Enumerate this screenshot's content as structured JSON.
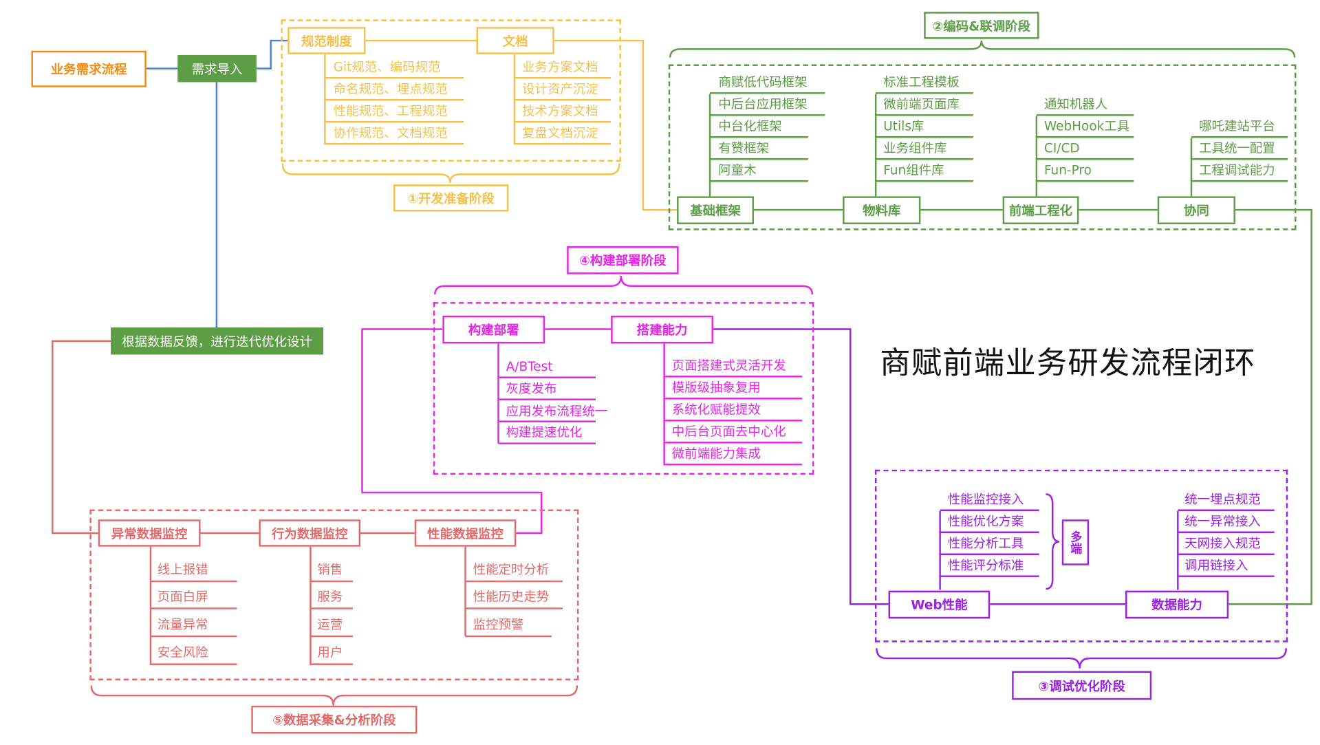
{
  "title": "商赋前端业务研发流程闭环",
  "colors": {
    "orange": "#f08c1a",
    "yellow": "#f4c24c",
    "green": "#5c9d46",
    "magenta": "#e626e6",
    "purple": "#9a22e0",
    "red": "#e26a6a",
    "blue": "#4a7fd4"
  },
  "root": {
    "label": "业务需求流程"
  },
  "demand": {
    "label": "需求导入"
  },
  "feedback": {
    "label": "根据数据反馈，进行迭代优化设计"
  },
  "stage1": {
    "label": "①开发准备阶段",
    "norms": {
      "label": "规范制度",
      "items": [
        "Git规范、编码规范",
        "命名规范、埋点规范",
        "性能规范、工程规范",
        "协作规范、文档规范"
      ]
    },
    "docs": {
      "label": "文档",
      "items": [
        "业务方案文档",
        "设计资产沉淀",
        "技术方案文档",
        "复盘文档沉淀"
      ]
    }
  },
  "stage2": {
    "label": "②编码&联调阶段",
    "base": {
      "label": "基础框架",
      "items": [
        "商赋低代码框架",
        "中后台应用框架",
        "中台化框架",
        "有赞框架",
        "阿童木"
      ]
    },
    "material": {
      "label": "物料库",
      "items": [
        "标准工程模板",
        "微前端页面库",
        "Utils库",
        "业务组件库",
        "Fun组件库"
      ]
    },
    "eng": {
      "label": "前端工程化",
      "items": [
        "通知机器人",
        "WebHook工具",
        "CI/CD",
        "Fun-Pro"
      ]
    },
    "collab": {
      "label": "协同",
      "items": [
        "哪吒建站平台",
        "工具统一配置",
        "工程调试能力"
      ]
    }
  },
  "stage3": {
    "label": "③调试优化阶段",
    "web": {
      "label": "Web性能",
      "items": [
        "性能监控接入",
        "性能优化方案",
        "性能分析工具",
        "性能评分标准"
      ]
    },
    "multi": {
      "label": "多端"
    },
    "data": {
      "label": "数据能力",
      "items": [
        "统一埋点规范",
        "统一异常接入",
        "天网接入规范",
        "调用链接入"
      ]
    }
  },
  "stage4": {
    "label": "④构建部署阶段",
    "build": {
      "label": "构建部署",
      "items": [
        "A/BTest",
        "灰度发布",
        "应用发布流程统一",
        "构建提速优化"
      ]
    },
    "builder": {
      "label": "搭建能力",
      "items": [
        "页面搭建式灵活开发",
        "模版级抽象复用",
        "系统化赋能提效",
        "中后台页面去中心化",
        "微前端能力集成"
      ]
    }
  },
  "stage5": {
    "label": "⑤数据采集&分析阶段",
    "error": {
      "label": "异常数据监控",
      "items": [
        "线上报错",
        "页面白屏",
        "流量异常",
        "安全风险"
      ]
    },
    "behavior": {
      "label": "行为数据监控",
      "items": [
        "销售",
        "服务",
        "运营",
        "用户"
      ]
    },
    "perf": {
      "label": "性能数据监控",
      "items": [
        "性能定时分析",
        "性能历史走势",
        "监控预警"
      ]
    }
  }
}
